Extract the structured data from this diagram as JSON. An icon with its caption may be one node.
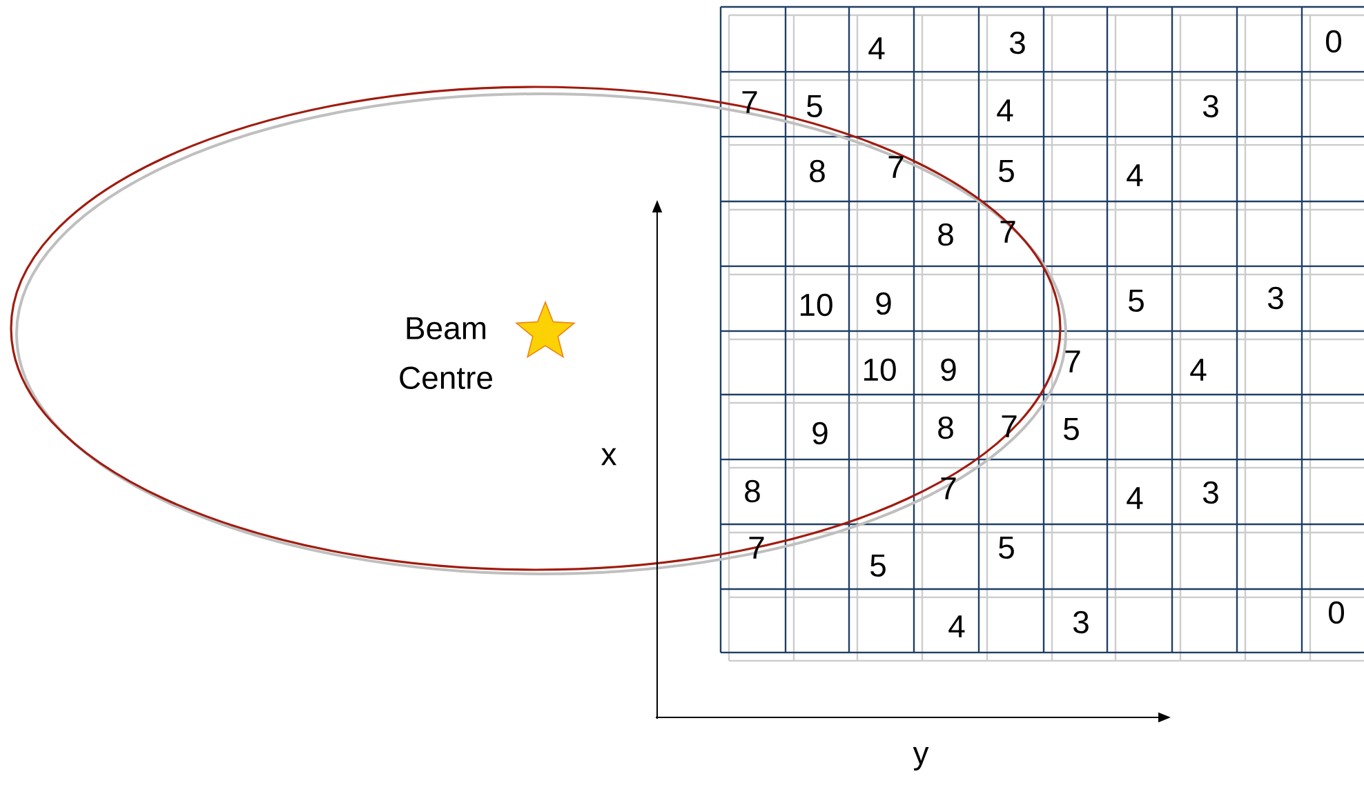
{
  "diagram": {
    "labels": [
      "Beam Centre",
      "x",
      "y",
      "4",
      "3",
      "0",
      "7",
      "5",
      "4",
      "3",
      "8",
      "7",
      "5",
      "4",
      "8",
      "7",
      "10",
      "9",
      "5",
      "3",
      "10",
      "9",
      "7",
      "4",
      "9",
      "8",
      "7",
      "5",
      "8",
      "7",
      "4",
      "3",
      "7",
      "5",
      "5",
      "4",
      "3",
      "0"
    ]
  }
}
